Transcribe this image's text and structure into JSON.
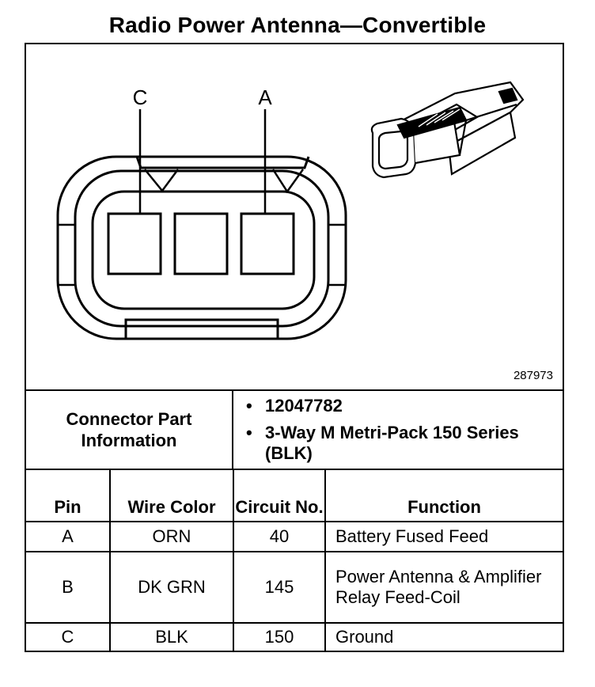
{
  "title": "Radio Power Antenna—Convertible",
  "figure_number": "287973",
  "pin_labels": [
    "C",
    "A"
  ],
  "connector_info": {
    "label": "Connector Part Information",
    "items": [
      "12047782",
      "3-Way M Metri-Pack 150 Series (BLK)"
    ]
  },
  "table": {
    "headers": {
      "pin": "Pin",
      "wire_color": "Wire Color",
      "circuit_no": "Circuit No.",
      "function": "Function"
    },
    "rows": [
      {
        "pin": "A",
        "wire_color": "ORN",
        "circuit": "40",
        "function": "Battery Fused Feed"
      },
      {
        "pin": "B",
        "wire_color": "DK GRN",
        "circuit": "145",
        "function": "Power Antenna & Amplifier Relay Feed-Coil"
      },
      {
        "pin": "C",
        "wire_color": "BLK",
        "circuit": "150",
        "function": "Ground"
      }
    ]
  }
}
